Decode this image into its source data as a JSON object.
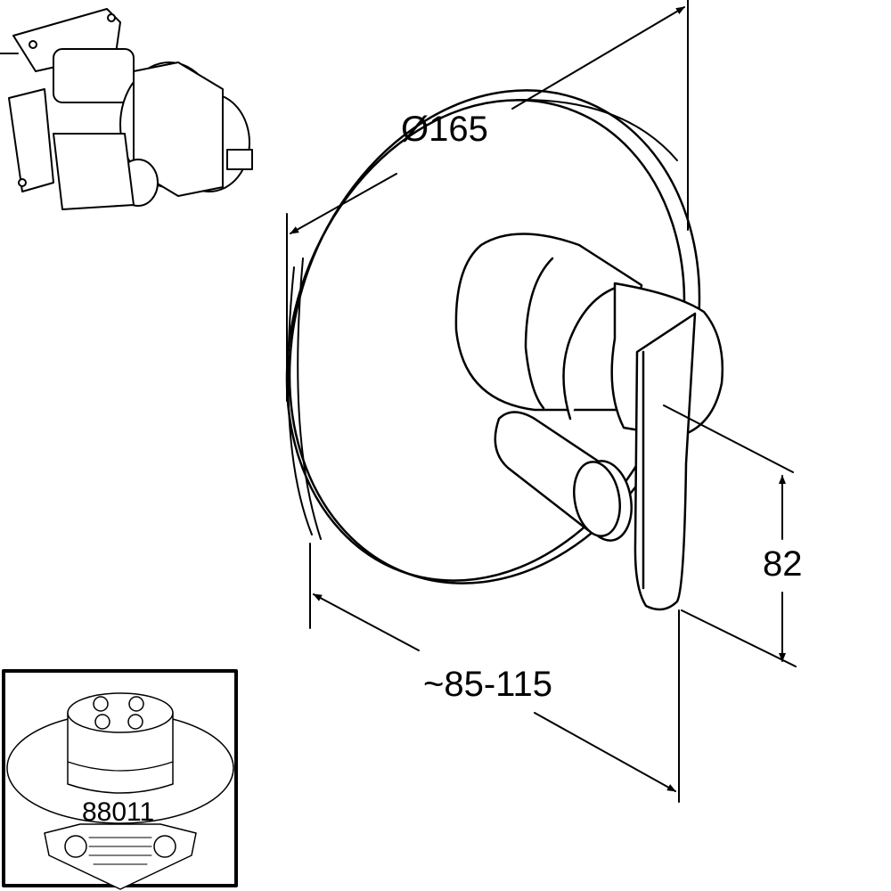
{
  "dimensions": {
    "diameter": "Ø165",
    "depth": "~85-115",
    "height": "82"
  },
  "inset_bottom": {
    "part_number": "88011"
  },
  "colors": {
    "line": "#000000",
    "background": "#ffffff"
  }
}
